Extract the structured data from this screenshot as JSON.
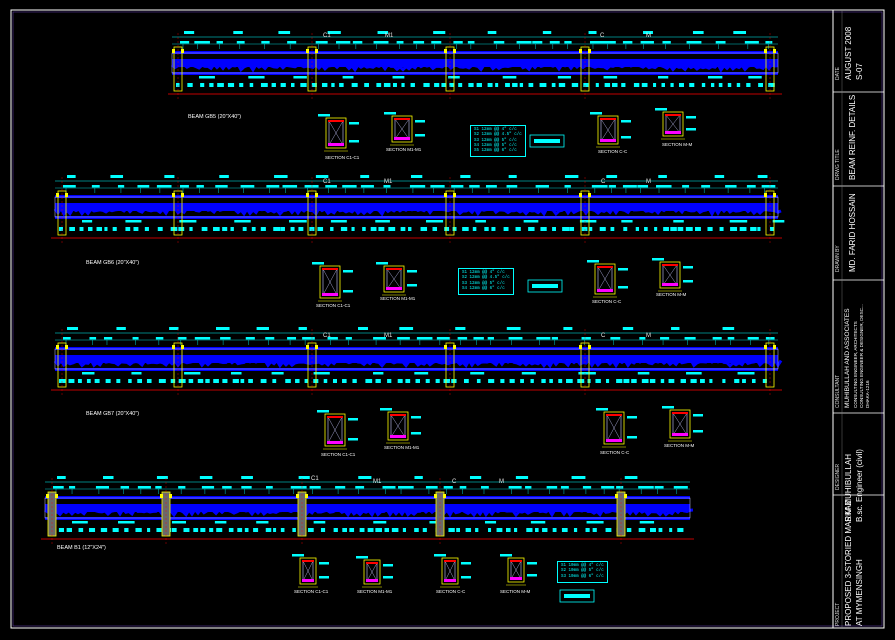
{
  "beams": [
    {
      "name": "BEAM GB5 (20\"X40\")"
    },
    {
      "name": "BEAM GB6 (20\"X40\")"
    },
    {
      "name": "BEAM GB7 (20\"X40\")"
    },
    {
      "name": "BEAM B1 (12\"X24\")"
    }
  ],
  "sections": {
    "row1": [
      "SECTION C1-C1",
      "SECTION M1-M1",
      "SECTION C-C",
      "SECTION M-M"
    ],
    "row2": [
      "SECTION C1-C1",
      "SECTION M1-M1",
      "SECTION C-C",
      "SECTION M-M"
    ],
    "row3": [
      "SECTION C1-C1",
      "SECTION M1-M1",
      "SECTION C-C",
      "SECTION M-M"
    ],
    "row4": [
      "SECTION C1-C1",
      "SECTION M1-M1",
      "SECTION C-C",
      "SECTION M-M"
    ]
  },
  "cut_marks": {
    "row1": [
      "C1",
      "M1",
      "C",
      "M"
    ],
    "row2": [
      "C1",
      "M1",
      "C",
      "M"
    ],
    "row3": [
      "C1",
      "M1",
      "C",
      "M"
    ],
    "row4": [
      "C1",
      "M1",
      "C",
      "M"
    ]
  },
  "stirrup_legends": {
    "row1": [
      "S1  12mm @@ 4\" c/c",
      "S2  12mm @@ 4.5\" c/c",
      "S3  12mm @@ 5\" c/c",
      "S4  12mm @@ 5\" c/c",
      "S5  12mm @@ 6\" c/c"
    ],
    "row2": [
      "S1  12mm @@ 4\" c/c",
      "S2  12mm @@ 4.5\" c/c",
      "S3  12mm @@ 5\" c/c",
      "S4  12mm @@ 6\" c/c"
    ],
    "row4": [
      "S1  10mm @@ 4\" c/c",
      "S2  10mm @@ 5\" c/c",
      "S3  10mm @@ 6\" c/c"
    ]
  },
  "title_block": {
    "project_header": "PROJECT",
    "project": [
      "PROPOSED 3-STORIED MARKAZ",
      "AT MYMENSINGH"
    ],
    "designer_header": "DESIGNER",
    "designer": [
      "S M MUHIBULLAH",
      "B.sc. Engineer (civil)"
    ],
    "consultant_header": "CONSULTANT",
    "consultant": [
      "MUHIBULLAH AND ASSOCIATES",
      "CONSULTING ENGINEER, ARCHITECTS",
      "CONSULTING ENGINEER & DESIGNER, DESC...",
      "DHAKA-1216"
    ],
    "drawn_header": "DRAWN BY",
    "drawn": "MD. FARID HOSSAIN",
    "title_header": "DRWG TITLE",
    "title": "BEAM REINF. DETAILS",
    "date_header": "DATE",
    "date": "AUGUST 2008",
    "sheet": "S-07"
  },
  "colors": {
    "background": "#000000",
    "bar": "#0000ff",
    "dimension": "#00ffff",
    "column": "#ffff00",
    "axis": "#ff0000",
    "stirrup": "#ff00ff",
    "border": "#ffffff"
  }
}
